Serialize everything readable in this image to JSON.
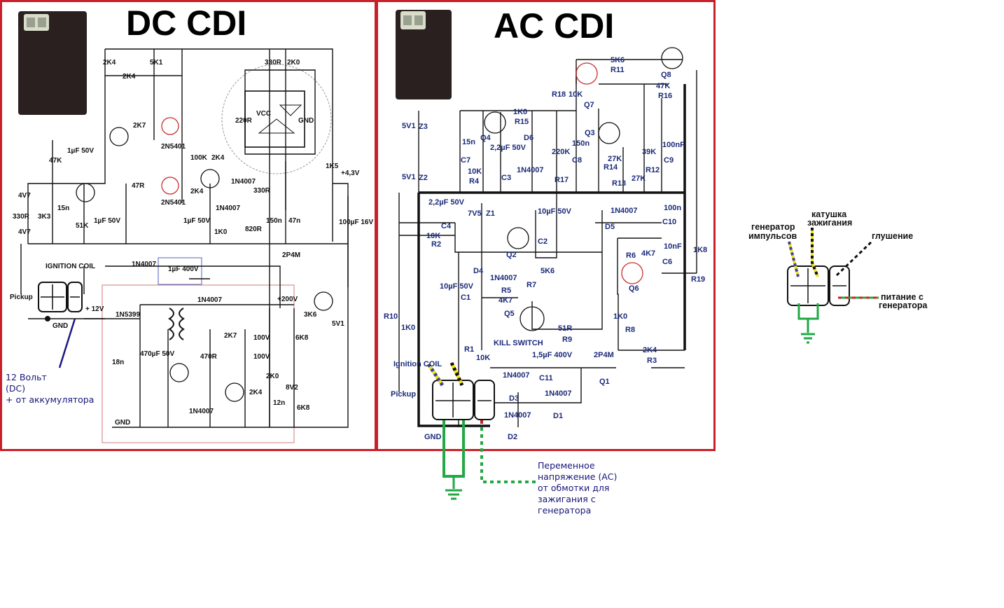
{
  "panels": {
    "dc": {
      "title": "DC CDI"
    },
    "ac": {
      "title": "AC CDI"
    }
  },
  "colors": {
    "frame": "#c8202a",
    "annotation_text": "#16167a",
    "ground_wire": "#22a845",
    "power_wire_red": "#d02020",
    "pickup_wire_blue": "#3a44a0",
    "coil_wire_yellow": "#f2e21a"
  },
  "dc_labels": [
    "2K4",
    "5K1",
    "330R",
    "2K0",
    "2K4",
    "2K7",
    "2N5401",
    "1µF 50V",
    "47K",
    "100K",
    "2K4",
    "47R",
    "2N5401",
    "2K4",
    "4V7",
    "4V7",
    "330R",
    "3K3",
    "15n",
    "51K",
    "1µF 50V",
    "1µF 50V",
    "1N4007",
    "1K0",
    "330R",
    "820R",
    "150n",
    "47n",
    "1K5",
    "100µF 16V",
    "+4,3V",
    "2P4M",
    "1µF 400V",
    "IGNITION COIL",
    "Pickup",
    "GND",
    "+ 12V",
    "1N5399",
    "1N4007",
    "+200V",
    "3K6",
    "5V1",
    "18n",
    "470µF 50V",
    "470R",
    "2K7",
    "100V",
    "100V",
    "6K8",
    "8V2",
    "2K0",
    "2K4",
    "12n",
    "6K8",
    "GND",
    "1N4007",
    "220R",
    "VCC",
    "GND",
    "1N4007",
    "1N4007"
  ],
  "ac_labels": [
    "5V1",
    "Z3",
    "5V1",
    "Z2",
    "15n",
    "C7",
    "Q4",
    "1K0",
    "R15",
    "2,2µF 50V",
    "C3",
    "10K",
    "R4",
    "D6",
    "1N4007",
    "R17",
    "220K",
    "150n",
    "C8",
    "R18",
    "10K",
    "Q7",
    "5K6",
    "R11",
    "Q8",
    "47K",
    "R16",
    "Q3",
    "27K",
    "R14",
    "R13",
    "27K",
    "39K",
    "R12",
    "100nF",
    "C9",
    "2,2µF 50V",
    "C4",
    "10K",
    "R2",
    "7V5",
    "Z1",
    "10µF 50V",
    "C2",
    "Q2",
    "1N4007",
    "D5",
    "100n",
    "C10",
    "10nF",
    "C6",
    "R6",
    "4K7",
    "Q6",
    "1K8",
    "R19",
    "10µF 50V",
    "C1",
    "D4",
    "1N4007",
    "R5",
    "4K7",
    "R7",
    "5K6",
    "Q5",
    "51R",
    "R9",
    "1K0",
    "R8",
    "R10",
    "1K0",
    "R1",
    "10K",
    "KILL SWITCH",
    "Ignition COIL",
    "1,5µF 400V",
    "C11",
    "2P4M",
    "Q1",
    "2K4",
    "R3",
    "Pickup",
    "GND",
    "1N4007",
    "D3",
    "1N4007",
    "D1",
    "1N4007",
    "D2"
  ],
  "annotations": {
    "dc_battery": [
      "12 Вольт",
      "(DC)",
      "+ от аккумулятора"
    ],
    "ac_generator": [
      "Переменное",
      "напряжение (АС)",
      "от обмотки для",
      "зажигания с",
      "генератора"
    ],
    "connector_legend": {
      "pulse_gen": [
        "генератор",
        "импульсов"
      ],
      "ignition_coil": [
        "катушка",
        "зажигания"
      ],
      "kill": "глушение",
      "power": [
        "питание с",
        "генератора"
      ]
    }
  }
}
